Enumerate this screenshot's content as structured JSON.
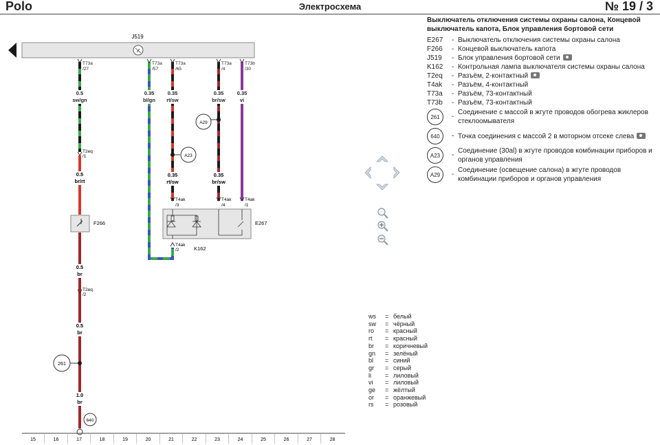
{
  "header": {
    "left": "Polo",
    "center": "Электросхема",
    "right": "№  19 / 3"
  },
  "legend": {
    "title": "Выключатель отключения системы охраны салона, Концевой выключатель капота, Блок управления бортовой сети",
    "items": [
      {
        "code": "E267",
        "text": "Выключатель отключения системы охраны салона"
      },
      {
        "code": "F266",
        "text": "Концевой выключатель капота"
      },
      {
        "code": "J519",
        "text": "Блок управления бортовой сети",
        "camera": true
      },
      {
        "code": "K162",
        "text": "Контрольная лампа выключателя системы охраны салона"
      },
      {
        "code": "T2eq",
        "text": "Разъём, 2-контактный",
        "camera": true
      },
      {
        "code": "T4ak",
        "text": "Разъём, 4-контактный"
      },
      {
        "code": "T73a",
        "text": "Разъём, 73-контактный"
      },
      {
        "code": "T73b",
        "text": "Разъём, 73-контактный"
      }
    ],
    "circles": [
      {
        "code": "261",
        "text": "Соединение с массой в жгуте проводов обогрева жиклеров стеклоомывателя"
      },
      {
        "code": "640",
        "text": "Точка соединения с массой 2 в моторном отсеке слева",
        "camera": true
      },
      {
        "code": "A23",
        "text": "Соединение (30al) в жгуте проводов комбинации приборов и органов управления"
      },
      {
        "code": "A29",
        "text": "Соединение (освещение салона) в жгуте проводов комбинации приборов и органов управления"
      }
    ]
  },
  "colors": [
    {
      "code": "ws",
      "name": "белый"
    },
    {
      "code": "sw",
      "name": "чёрный"
    },
    {
      "code": "ro",
      "name": "красный"
    },
    {
      "code": "rt",
      "name": "красный"
    },
    {
      "code": "br",
      "name": "коричневый"
    },
    {
      "code": "gn",
      "name": "зелёный"
    },
    {
      "code": "bl",
      "name": "синий"
    },
    {
      "code": "gr",
      "name": "серый"
    },
    {
      "code": "li",
      "name": "лиловый"
    },
    {
      "code": "vi",
      "name": "лиловый"
    },
    {
      "code": "ge",
      "name": "жёлтый"
    },
    {
      "code": "or",
      "name": "оранжевый"
    },
    {
      "code": "rs",
      "name": "розовый"
    }
  ],
  "diagram": {
    "bus_label": "J519",
    "wires": [
      {
        "id": "w17",
        "connector": "T73a",
        "pin": "/27",
        "size": "0.5",
        "color": "sw/gn"
      },
      {
        "id": "w20",
        "connector": "T73a",
        "pin": "/57",
        "size": "0.35",
        "color": "bl/gn"
      },
      {
        "id": "w21",
        "connector": "T73a",
        "pin": "/65",
        "size": "0.35",
        "color": "rt/sw"
      },
      {
        "id": "w23",
        "connector": "T73a",
        "pin": "/4",
        "size": "0.35",
        "color": "br/sw"
      },
      {
        "id": "w24",
        "connector": "T73b",
        "pin": "/30",
        "size": "0.35",
        "color": "vi"
      }
    ],
    "t2eq_1": {
      "name": "T2eq",
      "pin": "/1"
    },
    "w17_b": {
      "size": "0.5",
      "color": "br/rt"
    },
    "f266_label": "F266",
    "w17_c": {
      "size": "0.5",
      "color": "br"
    },
    "t2eq_2": {
      "name": "T2eq",
      "pin": "/2"
    },
    "w17_d": {
      "size": "0.5",
      "color": "br"
    },
    "w17_e": {
      "size": "1.0",
      "color": "br"
    },
    "w21_b": {
      "size": "0.35",
      "color": "rt/sw"
    },
    "w23_b": {
      "size": "0.35",
      "color": "br/sw"
    },
    "t4ak_3": {
      "name": "T4ak",
      "pin": "/3"
    },
    "t4ak_4": {
      "name": "T4ak",
      "pin": "/4"
    },
    "t4ak_1": {
      "name": "T4ak",
      "pin": "/1"
    },
    "t4ak_2": {
      "name": "T4ak",
      "pin": "/2"
    },
    "k162_label": "K162",
    "e267_label": "E267",
    "node_a23": "A23",
    "node_a29": "A29",
    "node_261": "261",
    "node_640": "640",
    "grid": [
      "15",
      "16",
      "17",
      "18",
      "19",
      "20",
      "21",
      "22",
      "23",
      "24",
      "25",
      "26",
      "27",
      "28"
    ]
  },
  "style": {
    "bus_fill": "#e6e6e6",
    "red": "#d4382c",
    "green": "#3aa84a",
    "black": "#1a1a1a",
    "blue": "#3a52c4",
    "brown": "#a0272d",
    "violet": "#8a3a9a"
  }
}
